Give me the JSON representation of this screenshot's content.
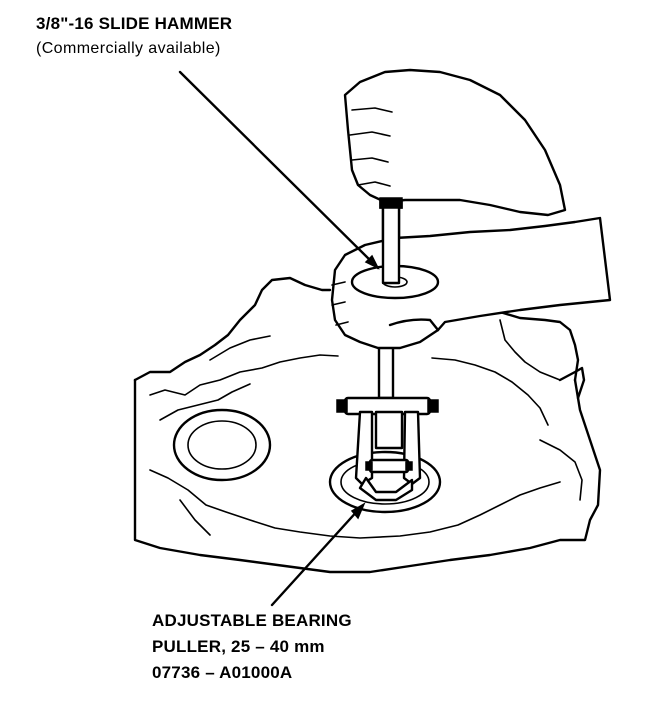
{
  "labels": {
    "slide_hammer_title": "3/8\"-16 SLIDE HAMMER",
    "slide_hammer_subtitle": "(Commercially available)",
    "puller_line1": "ADJUSTABLE BEARING",
    "puller_line2": "PULLER, 25 – 40 mm",
    "puller_line3": "07736 – A01000A"
  },
  "colors": {
    "ink": "#000000",
    "paper": "#ffffff"
  }
}
